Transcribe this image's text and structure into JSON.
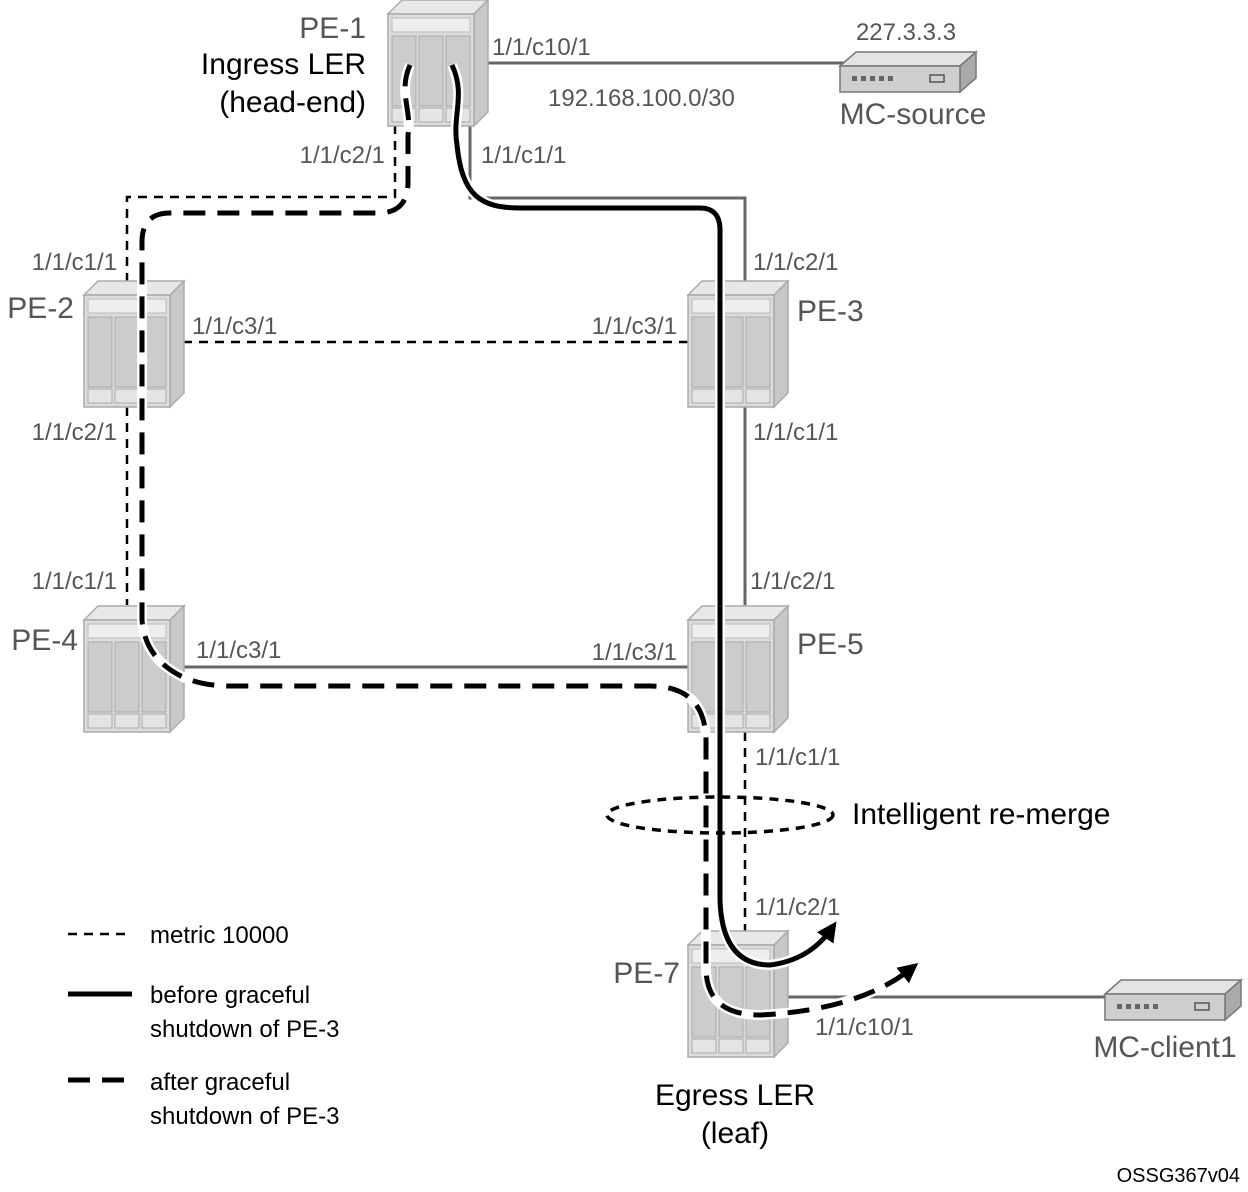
{
  "nodes": {
    "pe1": {
      "name": "PE-1",
      "role1": "Ingress LER",
      "role2": "(head-end)"
    },
    "pe2": {
      "name": "PE-2"
    },
    "pe3": {
      "name": "PE-3"
    },
    "pe4": {
      "name": "PE-4"
    },
    "pe5": {
      "name": "PE-5"
    },
    "pe7": {
      "name": "PE-7",
      "role1": "Egress LER",
      "role2": "(leaf)"
    },
    "mc_source": {
      "name": "MC-source",
      "address": "227.3.3.3"
    },
    "mc_client": {
      "name": "MC-client1"
    }
  },
  "ports": {
    "pe1_c10": "1/1/c10/1",
    "pe1_subnet": "192.168.100.0/30",
    "pe1_c2": "1/1/c2/1",
    "pe1_c1": "1/1/c1/1",
    "pe2_c1": "1/1/c1/1",
    "pe2_c3": "1/1/c3/1",
    "pe2_c2": "1/1/c2/1",
    "pe3_c2": "1/1/c2/1",
    "pe3_c3": "1/1/c3/1",
    "pe3_c1": "1/1/c1/1",
    "pe4_c1": "1/1/c1/1",
    "pe4_c3": "1/1/c3/1",
    "pe5_c2": "1/1/c2/1",
    "pe5_c3": "1/1/c3/1",
    "pe5_c1": "1/1/c1/1",
    "pe7_c2": "1/1/c2/1",
    "pe7_c10": "1/1/c10/1"
  },
  "annotation": "Intelligent re-merge",
  "legend": {
    "metric": "metric 10000",
    "before1": "before graceful",
    "before2": "shutdown of PE-3",
    "after1": "after graceful",
    "after2": "shutdown of PE-3"
  },
  "figure_id": "OSSG367v04"
}
